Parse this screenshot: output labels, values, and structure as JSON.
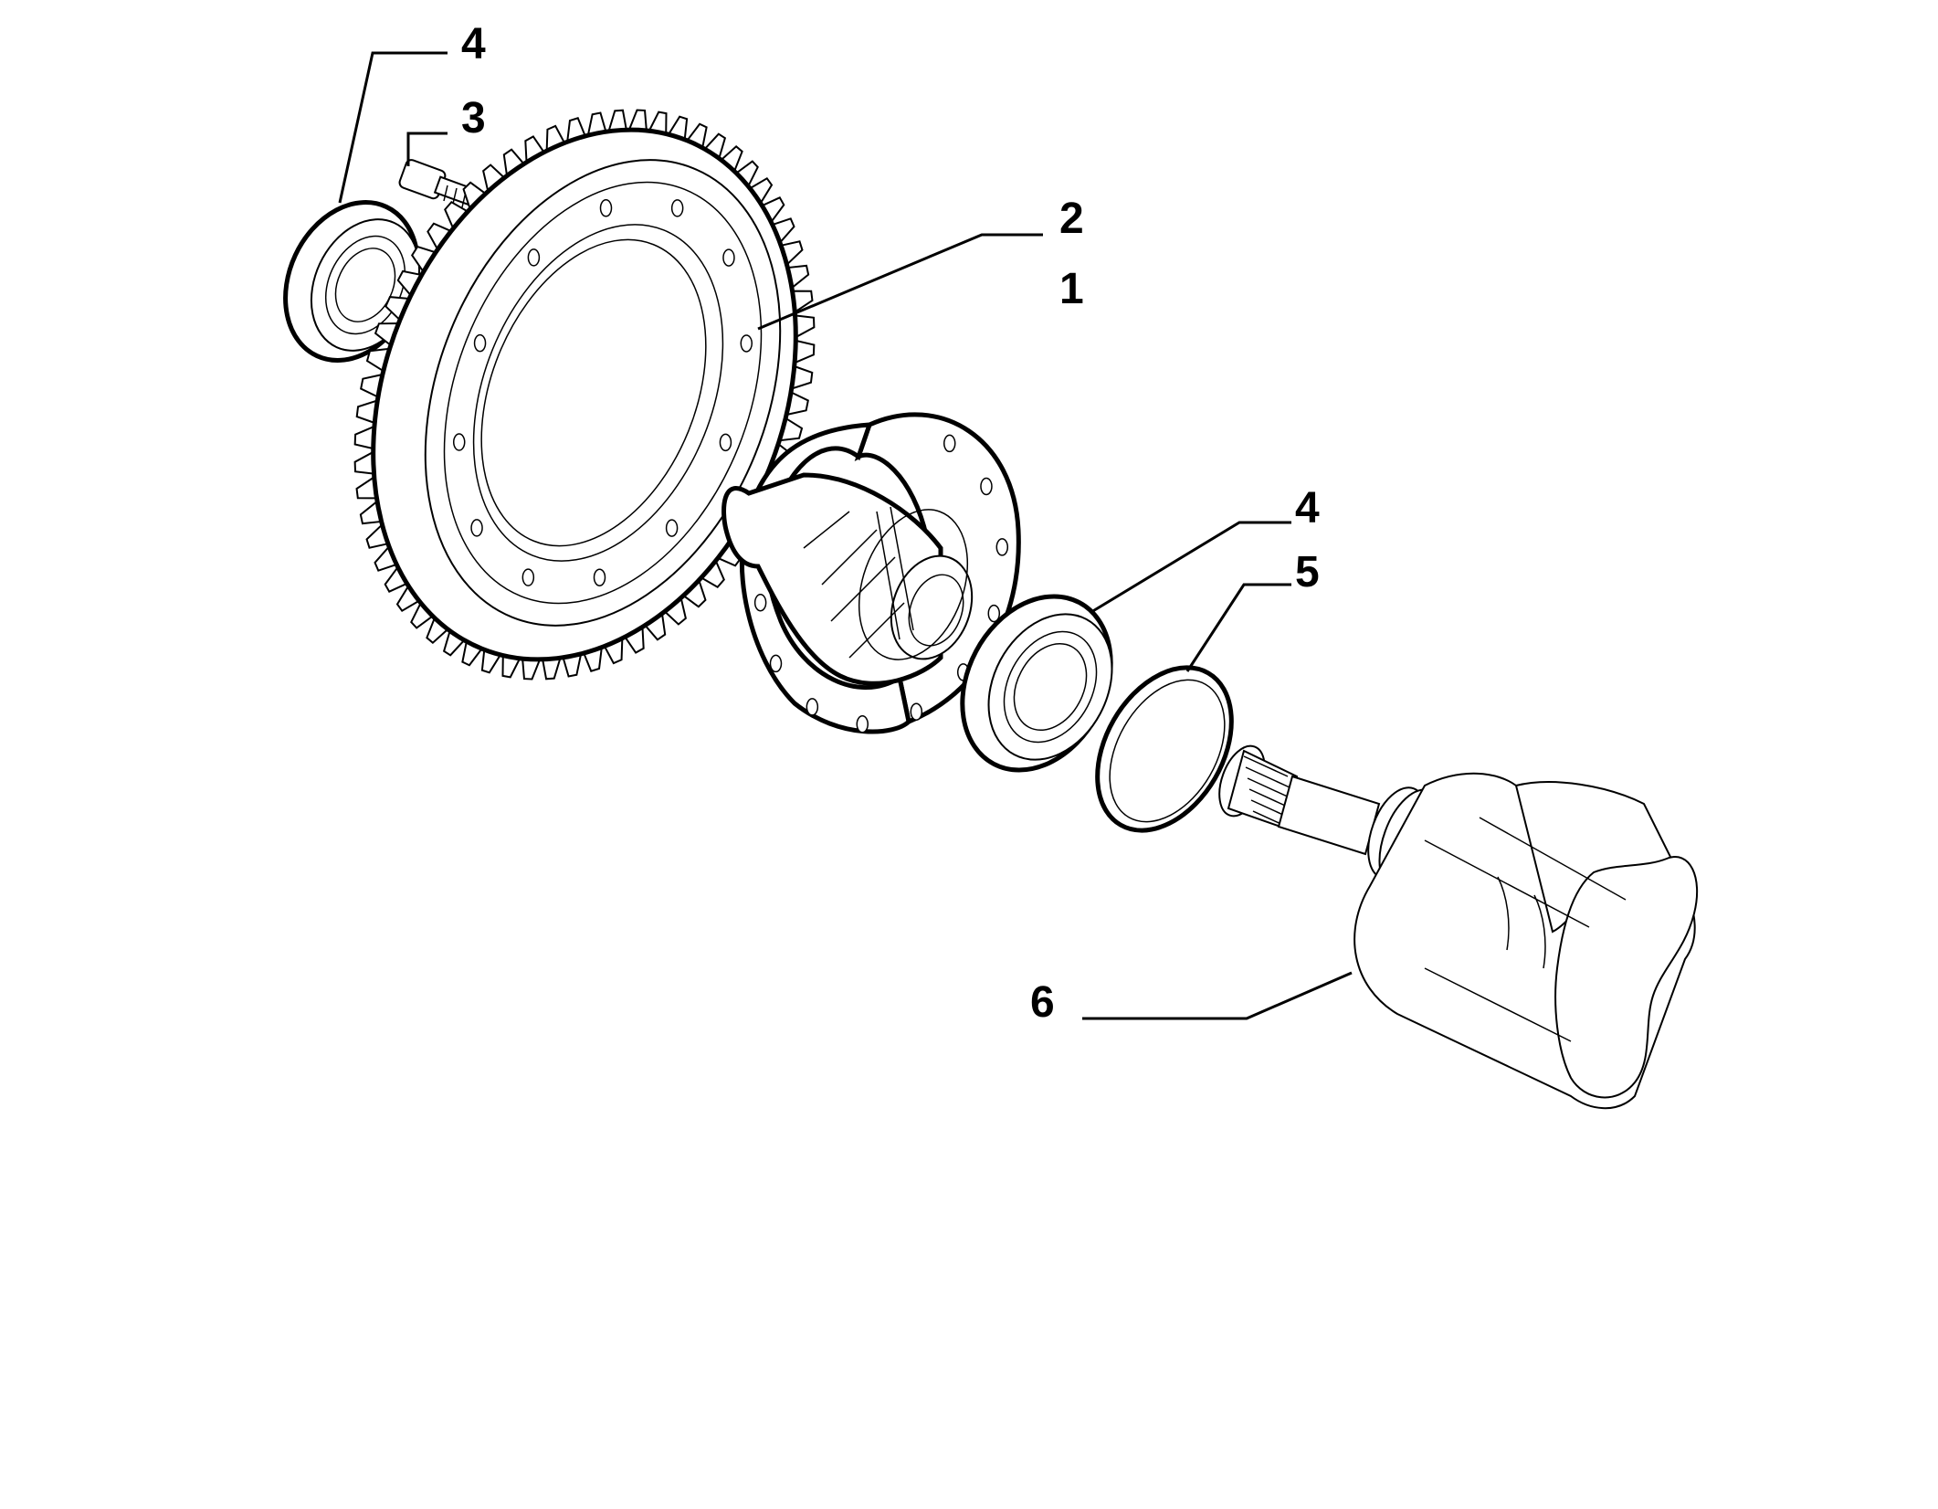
{
  "callouts": [
    {
      "id": "bearing-left",
      "label": "4"
    },
    {
      "id": "bolt",
      "label": "3"
    },
    {
      "id": "ring-gear",
      "label": "2"
    },
    {
      "id": "differential-assembly",
      "label": "1"
    },
    {
      "id": "bearing-right",
      "label": "4"
    },
    {
      "id": "seal-ring",
      "label": "5"
    },
    {
      "id": "drive-shaft-joint",
      "label": "6"
    }
  ]
}
